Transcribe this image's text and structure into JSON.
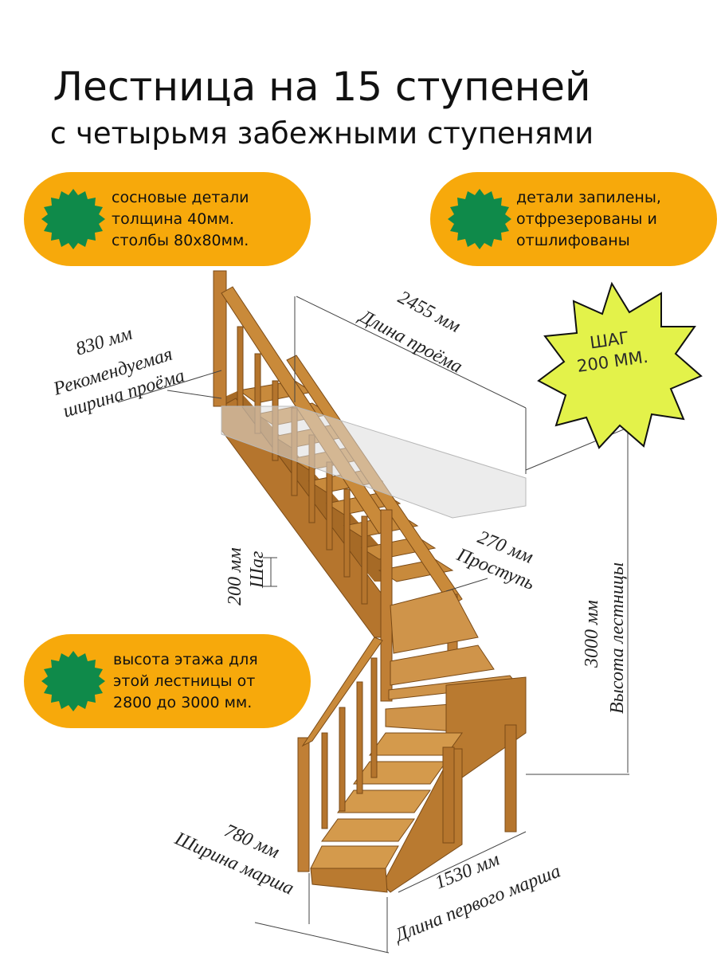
{
  "title": "Лестница на 15 ступеней",
  "subtitle": "с  четырьмя забежными ступенями",
  "features": [
    {
      "text": "сосновые детали\nтолщина 40мм.\nстолбы 80х80мм."
    },
    {
      "text": "детали запилены,\nотфрезерованы и\nотшлифованы"
    },
    {
      "text": "высота этажа для\nэтой лестницы от\n2800 до 3000 мм."
    }
  ],
  "step_badge": {
    "line1": "ШАГ",
    "line2": "200 ММ."
  },
  "dimensions": {
    "opening_length_value": "2455 мм",
    "opening_length_label": "Длина проёма",
    "opening_width_value": "830 мм",
    "opening_width_label_1": "Рекомендуемая",
    "opening_width_label_2": "ширина проёма",
    "step_value": "200 мм",
    "step_label": "Шаг",
    "tread_value": "270 мм",
    "tread_label": "Проступь",
    "height_value": "3000 мм",
    "height_label": "Высота лестницы",
    "flight_width_value": "780 мм",
    "flight_width_label": "Ширина марша",
    "first_flight_value": "1530 мм",
    "first_flight_label": "Длина первого марша"
  },
  "colors": {
    "pill": "#f7a90b",
    "badge": "#0f8a4a",
    "starburst": "#e3f24a",
    "wood_light": "#c98a3a",
    "wood_dark": "#9a5f1f",
    "wood_tread": "#d49a4c"
  }
}
